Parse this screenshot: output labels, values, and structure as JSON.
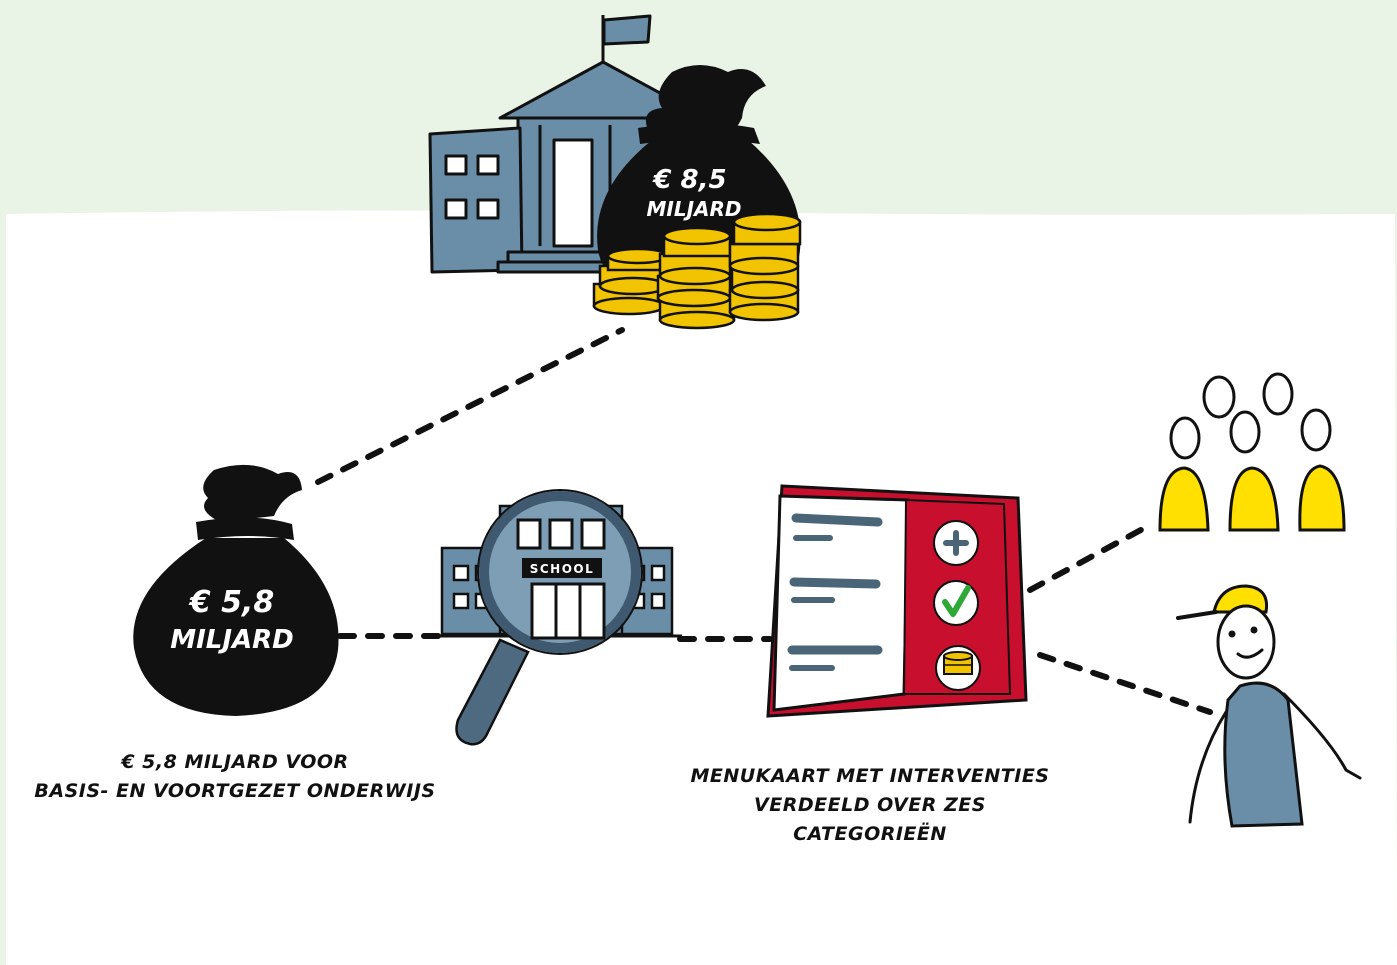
{
  "colors": {
    "background_top": "#eaf4e6",
    "panel": "#ffffff",
    "building": "#6a8ea8",
    "outline": "#111111",
    "coin": "#f2c400",
    "menu_red": "#c8102e",
    "people_yellow": "#ffe000",
    "check_green": "#2ea836"
  },
  "top_bag": {
    "line1": "€ 8,5",
    "line2": "MILJARD"
  },
  "left_bag": {
    "line1": "€ 5,8",
    "line2": "MILJARD"
  },
  "school": {
    "sign": "SCHOOL"
  },
  "captions": {
    "left_line1": "€ 5,8 MILJARD VOOR",
    "left_line2": "BASIS- EN VOORTGEZET ONDERWIJS",
    "menu_line1": "MENUKAART MET INTERVENTIES",
    "menu_line2": "VERDEELD OVER ZES CATEGORIEËN"
  },
  "icons": [
    "ministry-building-icon",
    "money-bag-icon",
    "coin-stack-icon",
    "school-building-icon",
    "magnifier-icon",
    "menu-card-icon",
    "plus-icon",
    "check-icon",
    "coins-icon",
    "students-group-icon",
    "worker-icon"
  ]
}
